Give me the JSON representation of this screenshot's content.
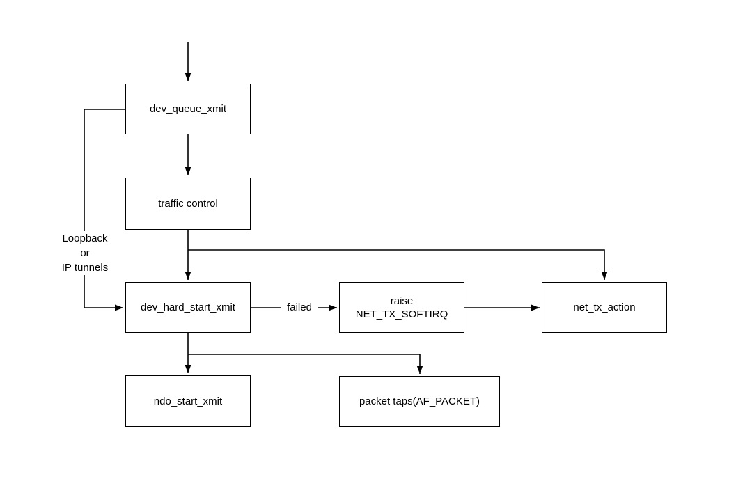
{
  "diagram": {
    "background_color": "#ffffff",
    "node_fill_color": "#ffffff",
    "node_border_color": "#000000",
    "arrow_color": "#000000",
    "text_color": "#000000",
    "nodes": [
      {
        "id": "dev_queue_xmit",
        "label": "dev_queue_xmit"
      },
      {
        "id": "traffic_control",
        "label": "traffic control"
      },
      {
        "id": "dev_hard_start_xmit",
        "label": "dev_hard_start_xmit"
      },
      {
        "id": "raise_net_tx_softirq",
        "label": "raise\nNET_TX_SOFTIRQ"
      },
      {
        "id": "net_tx_action",
        "label": "net_tx_action"
      },
      {
        "id": "ndo_start_xmit",
        "label": "ndo_start_xmit"
      },
      {
        "id": "packet_taps",
        "label": "packet taps(AF_PACKET)"
      }
    ],
    "edge_labels": [
      {
        "id": "loopback",
        "text": "Loopback\nor\nIP tunnels"
      },
      {
        "id": "failed",
        "text": "failed"
      }
    ],
    "edges": [
      {
        "from": "entry-arrow",
        "to": "dev_queue_xmit",
        "label": ""
      },
      {
        "from": "dev_queue_xmit",
        "to": "traffic_control",
        "label": ""
      },
      {
        "from": "traffic_control",
        "to": "dev_hard_start_xmit",
        "label": ""
      },
      {
        "from": "traffic_control",
        "to": "net_tx_action",
        "label": ""
      },
      {
        "from": "dev_queue_xmit",
        "to": "dev_hard_start_xmit",
        "label": "Loopback or IP tunnels"
      },
      {
        "from": "dev_hard_start_xmit",
        "to": "raise_net_tx_softirq",
        "label": "failed"
      },
      {
        "from": "raise_net_tx_softirq",
        "to": "net_tx_action",
        "label": ""
      },
      {
        "from": "dev_hard_start_xmit",
        "to": "ndo_start_xmit",
        "label": ""
      },
      {
        "from": "dev_hard_start_xmit",
        "to": "packet_taps",
        "label": ""
      }
    ]
  }
}
